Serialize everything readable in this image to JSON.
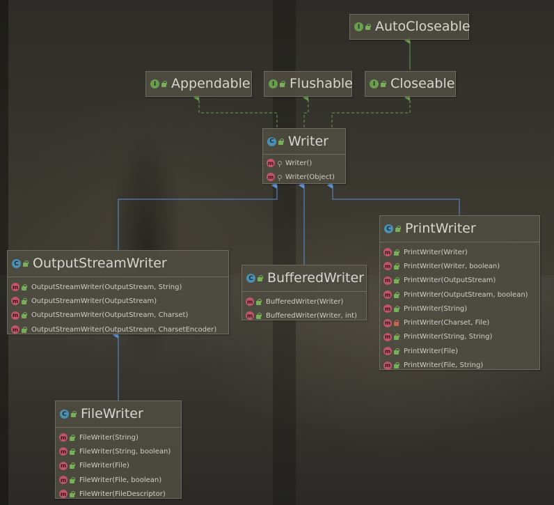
{
  "diagram": {
    "interfaces": {
      "autocloseable": {
        "name": "AutoCloseable",
        "kind": "I"
      },
      "appendable": {
        "name": "Appendable",
        "kind": "I"
      },
      "flushable": {
        "name": "Flushable",
        "kind": "I"
      },
      "closeable": {
        "name": "Closeable",
        "kind": "I"
      }
    },
    "classes": {
      "writer": {
        "name": "Writer",
        "kind": "C",
        "members": [
          "Writer()",
          "Writer(Object)"
        ]
      },
      "outputstreamwriter": {
        "name": "OutputStreamWriter",
        "kind": "C",
        "members": [
          "OutputStreamWriter(OutputStream, String)",
          "OutputStreamWriter(OutputStream)",
          "OutputStreamWriter(OutputStream, Charset)",
          "OutputStreamWriter(OutputStream, CharsetEncoder)"
        ]
      },
      "bufferedwriter": {
        "name": "BufferedWriter",
        "kind": "C",
        "members": [
          "BufferedWriter(Writer)",
          "BufferedWriter(Writer, int)"
        ]
      },
      "printwriter": {
        "name": "PrintWriter",
        "kind": "C",
        "members": [
          "PrintWriter(Writer)",
          "PrintWriter(Writer, boolean)",
          "PrintWriter(OutputStream)",
          "PrintWriter(OutputStream, boolean)",
          "PrintWriter(String)",
          "PrintWriter(Charset, File)",
          "PrintWriter(String, String)",
          "PrintWriter(File)",
          "PrintWriter(File, String)"
        ]
      },
      "filewriter": {
        "name": "FileWriter",
        "kind": "C",
        "members": [
          "FileWriter(String)",
          "FileWriter(String, boolean)",
          "FileWriter(File)",
          "FileWriter(File, boolean)",
          "FileWriter(FileDescriptor)"
        ]
      }
    },
    "member_badge": "m",
    "colors": {
      "implements_line": "#6a9f4f",
      "extends_line": "#5b93d6",
      "box_fill": "#4e4c40",
      "interface_badge": "#6a9f4f",
      "class_badge": "#4b8fb3",
      "method_badge": "#c0566a"
    }
  }
}
